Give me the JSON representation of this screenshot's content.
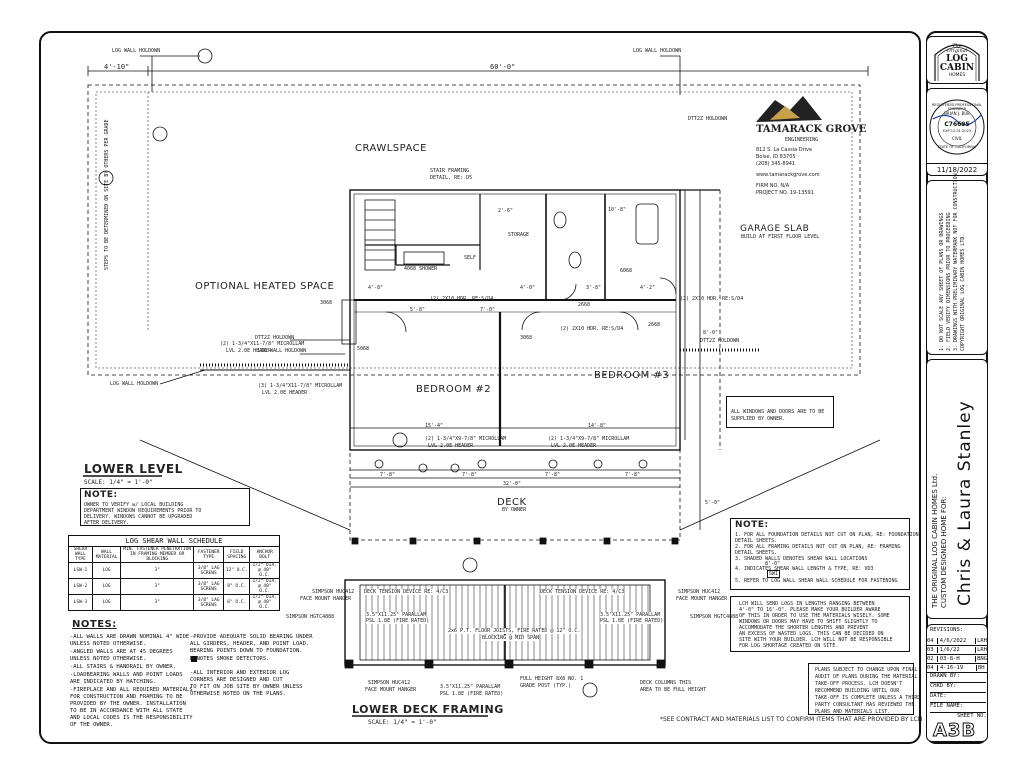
{
  "plan": {
    "lower_level_title": "LOWER LEVEL",
    "lower_level_scale": "SCALE: 1/4\" = 1'-0\"",
    "deck_title": "LOWER DECK FRAMING",
    "deck_scale": "SCALE: 1/4\" = 1'-0\"",
    "crawlspace": "CRAWLSPACE",
    "optional_heated_space": "OPTIONAL HEATED SPACE",
    "garage_slab": "GARAGE SLAB",
    "garage_slab_sub": "BUILD AT FIRST FLOOR LEVEL",
    "bedroom2": "BEDROOM #2",
    "bedroom3": "BEDROOM #3",
    "storage": "STORAGE",
    "self": "SELF",
    "deck": "DECK",
    "deck_sub": "BY OWNER",
    "dims": {
      "d4_10": "4'-10\"",
      "d60_0": "60'-0\"",
      "d32_0": "32'-0\"",
      "d15_4": "15'-4\"",
      "d14_8": "14'-8\"",
      "d7_8a": "7'-8\"",
      "d7_8b": "7'-8\"",
      "d7_8c": "7'-8\"",
      "d7_8d": "7'-8\"",
      "d5_8": "5'-8\"",
      "d5_0": "5'-0\"",
      "d4_8": "4'-8\"",
      "d2_6": "2'-6\"",
      "d7_0": "7'-0\"",
      "d3_8": "3'-8\"",
      "d4_0": "4'-0\"",
      "d4_2": "4'-2\"",
      "d10_8": "10'-8\"",
      "d8_0": "8'-0\""
    },
    "callouts": {
      "log_wall_holdown_1": "LOG WALL HOLDOWN",
      "log_wall_holdown_2": "LOG WALL HOLDOWN",
      "log_wall_holdown_3": "LOG WALL HOLDOWN",
      "log_wall_holdown_4": "LOG WALL HOLDOWN",
      "dtt2z_1": "DTT2Z HOLDOWN",
      "dtt2z_2": "DTT2Z HOLDOWN",
      "dtt2z_3": "DTT2Z HOLDOWN",
      "stair_framing": "STAIR FRAMING",
      "stair_framing_2": "DETAIL, RE: D5",
      "steps": "STEPS TO BE DETERMINED ON SITE BY OTHERS PER GRADE",
      "header_top_left": "(2) 2X10 HDR. RE:S/D4",
      "header_top_mid": "(2) 2X10 HDR. RE:S/D4",
      "header_top_right": "(2) 2X10 HDR. RE:S/D4",
      "microlam_1": "(2) 1-3/4\"X11-7/8\" MICROLLAM",
      "microlam_1b": "LVL 2.0E HEADER",
      "microlam_2": "(3) 1-3/4\"X11-7/8\" MICROLLAM",
      "microlam_2b": "LVL 2.0E HEADER",
      "microlam_3": "(2) 1-3/4\"X9-7/8\" MICROLLAM",
      "microlam_3b": "LVL 2.0E HEADER",
      "microlam_4": "(2) 1-3/4\"X9-7/8\" MICROLLAM",
      "microlam_4b": "LVL 2.0E HEADER",
      "shower": "4068 SHOWER",
      "door_3068": "3068",
      "door_3068b": "3068",
      "door_2668": "2668",
      "door_2668b": "2668",
      "door_6068": "6068",
      "door_5068": "5068",
      "sim_left_top": "SIMPSON HUC412",
      "sim_left_top2": "FACE MOUNT HANGER",
      "sim_left_mid": "SIMPSON HGTC4888",
      "sim_right_top": "SIMPSON HUC412",
      "sim_right_top2": "FACE MOUNT HANGER",
      "sim_right_mid": "SIMPSON HGTC4888",
      "tension_left": "DECK TENSION DEVICE RE: 4/C3",
      "tension_right": "DECK TENSION DEVICE RE: 4/C3",
      "parallam_left": "3.5\"X11.25\" PARALLAM",
      "parallam_left2": "PSL 1.8E (FIRE RATED)",
      "parallam_right": "3.5\"X11.25\" PARALLAM",
      "parallam_right2": "PSL 1.8E (FIRE RATED)",
      "joists": "2x6 P.T. FLOOR JOISTS, FIRE RATED @ 12\" O.C.",
      "joists2": "BLOCKING @ MID SPAN",
      "sim_bottom_left": "SIMPSON HUC412",
      "sim_bottom_left2": "FACE MOUNT HANGER",
      "parallam_bottom": "3.5\"X11.25\" PARALLAM",
      "parallam_bottom2": "PSL 1.8E (FIRE RATED)",
      "full_height": "FULL HEIGHT 8X8 NO. 1",
      "full_height2": "GRADE POST (TYP.)",
      "deck_columns": "DECK COLUMNS THIS",
      "deck_columns2": "AREA TO BE FULL HEIGHT"
    }
  },
  "note_lower": {
    "title": "NOTE:",
    "lines": [
      "OWNER TO VERIFY w/ LOCAL BUILDING",
      "DEPARTMENT WINDOW REQUIREMENTS PRIOR TO",
      "DELIVERY. WINDOWS CANNOT BE UPGRADED",
      "AFTER DELIVERY."
    ]
  },
  "note_windows": {
    "lines": [
      "ALL WINDOWS AND DOORS ARE TO BE",
      "SUPPLIED BY OWNER."
    ]
  },
  "note_right": {
    "title": "NOTE:",
    "lines": [
      "1. FOR ALL FOUNDATION DETAILS NOT CUT ON PLAN, RE: FOUNDATION",
      "   DETAIL SHEETS.",
      "2. FOR ALL FRAMING DETAILS NOT CUT ON PLAN, RE: FRAMING",
      "   DETAIL SHEETS.",
      "3. SHADED WALLS DENOTES SHEAR WALL LOCATIONS",
      "4. INDICATES SHEAR WALL LENGTH & TYPE, RE: VD3",
      "5. REFER TO LOG WALL SHEAR WALL SCHEDULE FOR FASTENING"
    ],
    "shear_symbol": "8'-0\"",
    "shear_symbol_type": "SW1"
  },
  "lch_note": {
    "lines": [
      "LCH WILL SEND LOGS IN LENGTHS RANGING BETWEEN",
      "4'-0\" TO 16'-0\". PLEASE MAKE YOUR BUILDER AWARE",
      "OF THIS IN ORDER TO USE THE MATERIALS WISELY. SOME",
      "WINDOWS OR DOORS MAY HAVE TO SHIFT SLIGHTLY TO",
      "ACCOMMODATE THE SHORTER LENGTHS AND PREVENT",
      "AN EXCESS OF WASTED LOGS. THIS CAN BE DECIDED ON",
      "SITE WITH YOUR BUILDER. LCH WILL NOT BE RESPONSIBLE",
      "FOR LOG SHORTAGE CREATED ON SITE."
    ]
  },
  "plans_note": {
    "lines": [
      "PLANS SUBJECT TO CHANGE UPON FINAL",
      "AUDIT OF PLANS DURING THE MATERIAL",
      "TAKE-OFF PROCESS. LCH DOESN'T",
      "RECOMMEND BUILDING UNTIL OUR",
      "TAKE-OFF IS COMPLETE UNLESS A THIRD",
      "PARTY CONSULTANT HAS REVIEWED THE",
      "PLANS AND MATERIALS LIST."
    ]
  },
  "notes": {
    "title": "NOTES:",
    "left": [
      "-ALL WALLS ARE DRAWN NOMINAL 4\" WIDE",
      " UNLESS NOTED OTHERWISE.",
      "-ANGLED WALLS ARE AT 45 DEGREES",
      " UNLESS NOTED OTHERWISE.",
      "-ALL STAIRS & HANDRAIL BY OWNER.",
      "-LOADBEARING WALLS AND POINT LOADS",
      " ARE INDICATED BY HATCHING.",
      "-FIREPLACE AND ALL REQUIRED MATERIALS",
      " FOR CONSTRUCTION AND FRAMING TO BE",
      " PROVIDED BY THE OWNER. INSTALLATION",
      " TO BE IN ACCORDANCE WITH ALL STATE",
      " AND LOCAL CODES IS THE RESPONSIBILITY",
      " OF THE OWNER."
    ],
    "right": [
      "-PROVIDE ADEQUATE SOLID BEARING UNDER",
      " ALL GIRDERS, HEADER, AND POINT LOAD.",
      " BEARING POINTS DOWN TO FOUNDATION.",
      "   DENOTES SMOKE DETECTORS.",
      "",
      "-ALL INTERIOR AND EXTERIOR LOG",
      " CORNERS ARE DESIGNED AND CUT",
      " TO FIT ON JOB SITE BY OWNER UNLESS",
      " OTHERWISE NOTED ON THE PLANS."
    ]
  },
  "shear_schedule": {
    "title": "LOG SHEAR WALL SCHEDULE",
    "headers": [
      "SHEAR WALL TYPE",
      "WALL MATERIAL",
      "MIN. FASTENER PENETRATION IN FRAMING MEMBER OR BLOCKING",
      "FASTENER TYPE",
      "FIELD SPACING",
      "ANCHOR BOLT"
    ],
    "rows": [
      [
        "LSW-1",
        "LOG",
        "3\"",
        "3/8\" LAG SCREWS",
        "12\" O.C.",
        "1/2\" DIA. @ 48\" O.C."
      ],
      [
        "LSW-2",
        "LOG",
        "3\"",
        "3/8\" LAG SCREWS",
        "8\" O.C.",
        "1/2\" DIA. @ 48\" O.C."
      ],
      [
        "LSW-3",
        "LOG",
        "3\"",
        "3/8\" LAG SCREWS",
        "6\" O.C.",
        "1/2\" DIA. @ 48\" O.C."
      ]
    ]
  },
  "firm": {
    "name": "TAMARACK GROVE",
    "sub": "ENGINEERING",
    "address1": "812 S. La Cassia Drive",
    "address2": "Boise, ID 83705",
    "phone": "(208) 345-8941",
    "web": "www.tamarackgrove.com",
    "firm_no": "FIRM NO. N/A",
    "project_no": "PROJECT NO. 19-13591"
  },
  "footer_note": "*SEE CONTRACT AND MATERIALS LIST TO CONFIRM ITEMS THAT ARE PROVIDED BY LCH",
  "title_block": {
    "logo_line1": "The",
    "logo_line2": "Original",
    "logo_line3": "LOG",
    "logo_line4": "CABIN",
    "logo_line5": "HOMES",
    "stamp_line1": "REGISTERED PROFESSIONAL ENGINEER",
    "stamp_name": "BRIAN J. BUE",
    "stamp_no": "C76695",
    "stamp_exp": "EXP 12-31-2023",
    "stamp_civil": "CIVIL",
    "stamp_state": "STATE OF CALIFORNIA",
    "date": "11/18/2022",
    "disclaimer": [
      "1. DO NOT SCALE ANY SHEET OF PLANS OR DRAWINGS",
      "2. FIELD VERIFY DIMENSIONS PRIOR TO PROCEEDING",
      "3. DRAWINGS WITH PRELIMINARY WATERMARK NOT FOR CONSTRUCTION",
      "COPYRIGHT ORIGINAL LOG CABIN HOMES LTD."
    ],
    "company": "THE ORIGINAL LOG CABIN HOMES Ltd.",
    "designed": "CUSTOM DESIGNED HOME FOR:",
    "client": "Chris & Laura Stanley",
    "revisions_title": "REVISIONS:",
    "revisions": [
      {
        "no": "04",
        "date": "4/6/2022",
        "by": "LRH"
      },
      {
        "no": "03",
        "date": "1/6/22",
        "by": "LRH"
      },
      {
        "no": "02",
        "date": "03-8-H",
        "by": "BNG"
      },
      {
        "no": "04",
        "date": "4-16-19",
        "by": "BH"
      }
    ],
    "drawn_by": "DRAWN BY:",
    "chkd_by": "CHKD BY:",
    "date_label": "DATE:",
    "file_name": "FILE NAME:",
    "sheet_no": "SHEET NO.",
    "sheet": "A3B"
  }
}
